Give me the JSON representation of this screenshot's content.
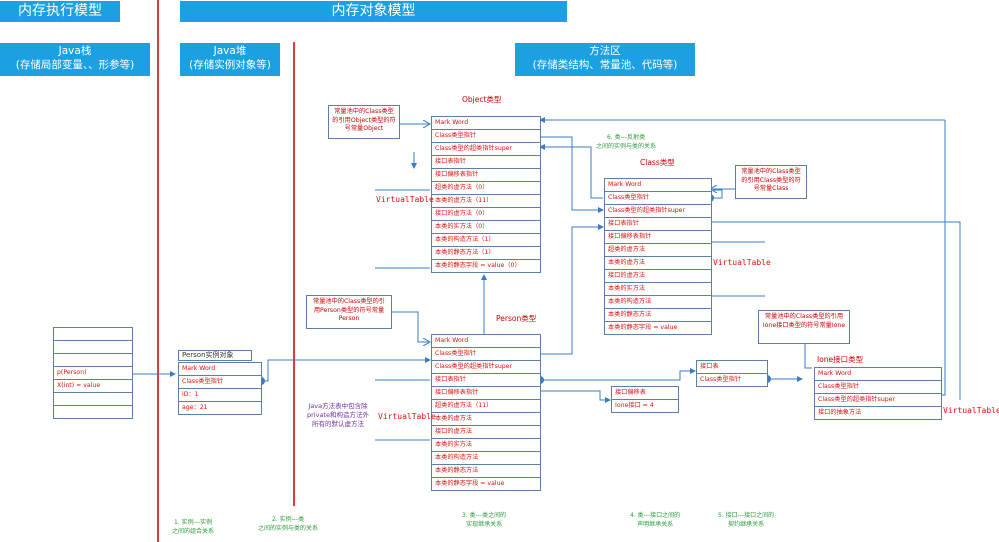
{
  "banners": {
    "exec_model": "内存执行模型",
    "object_model": "内存对象模型",
    "java_stack_line1": "Java栈",
    "java_stack_line2": "(存储局部变量、、形参等)",
    "java_heap_line1": "Java堆",
    "java_heap_line2": "(存储实例对象等)",
    "method_area_line1": "方法区",
    "method_area_line2": "(存储类结构、常量池、代码等)"
  },
  "stack": {
    "rows": [
      "",
      "",
      "",
      "p(Person)",
      "X(int) = value",
      "",
      ""
    ]
  },
  "heap": {
    "title": "Person实例对象",
    "rows": [
      "Mark Word",
      "Class类型指针",
      "iD：1",
      "age：21"
    ]
  },
  "object_class": {
    "title": "Object类型",
    "rows": [
      "Mark Word",
      "Class类型指针",
      "Class类型的超类指针super",
      "接口表指针",
      "接口偏移表指针",
      "超类的虚方法（0）",
      "本类的虚方法（11）",
      "接口的虚方法（0）",
      "本类的实方法（0）",
      "本类的构造方法（1）",
      "本类的静态方法（1）",
      "本类的静态字段 = value（0）"
    ],
    "callout": "常量池中的Class类型的引用Object类型的符号常量Object",
    "virtual_table": "VirtualTable"
  },
  "class_class": {
    "title": "Class类型",
    "rows": [
      "Mark Word",
      "Class类型指针",
      "Class类型的超类指针super",
      "接口表指针",
      "接口偏移表指针",
      "超类的虚方法",
      "本类的虚方法",
      "接口的虚方法",
      "本类的实方法",
      "本类的构造方法",
      "本类的静态方法",
      "本类的静态字段 = value"
    ],
    "callout": "常量池中的Class类型的引用Class类型的符号常量Class",
    "virtual_table": "VirtualTable"
  },
  "person_class": {
    "title": "Person类型",
    "rows": [
      "Mark Word",
      "Class类型指针",
      "Class类型的超类指针super",
      "接口表指针",
      "接口偏移表指针",
      "超类的虚方法（11）",
      "本类的虚方法",
      "接口的虚方法",
      "本类的实方法",
      "本类的构造方法",
      "本类的静态方法",
      "本类的静态字段 = value"
    ],
    "callout": "常量池中的Class类型的引用Person类型的符号常量Person",
    "virtual_table": "VirtualTable",
    "purple_note": "Java方法表中包含除private和构造方法外所有的默认虚方法"
  },
  "iface_offset": {
    "rows": [
      "接口偏移表",
      "Ione接口 = 4"
    ]
  },
  "iface_table": {
    "rows": [
      "接口表",
      "Class类型指针"
    ]
  },
  "ione_class": {
    "title": "Ione接口类型",
    "rows": [
      "Mark Word",
      "Class类型指针",
      "Class类型的超类指针super",
      "接口的抽象方法"
    ],
    "callout": "常量池中的Class类型的引用Ione接口类型的符号常量Ione",
    "virtual_table": "VirtualTable"
  },
  "notes": {
    "n1": "1. 实例---实例\n之间的组合关系",
    "n2": "2. 实例---类\n之间的实例与类的关系",
    "n3": "3. 类---类之间的\n实现继承关系",
    "n4": "4. 类---接口之间的\n声明继承关系",
    "n5": "5. 接口---接口之间的\n契约继承关系",
    "n6": "6. 类---反射类\n之间的实例与类的关系"
  },
  "colors": {
    "banner": "#1ba1e2",
    "divider": "#e03a3a",
    "arrow": "#3a7cc4",
    "label_text": "#d11",
    "note_green": "#2a9a3a",
    "note_purple": "#7030a0"
  }
}
